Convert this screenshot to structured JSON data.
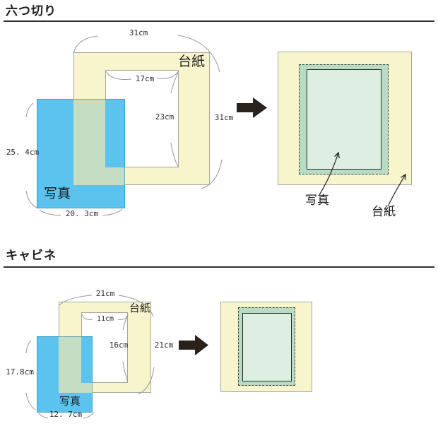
{
  "colors": {
    "mat_yellow": "#F8F5CC",
    "photo_blue": "#5BC3EE",
    "overlap_green": "#C5DEC3",
    "result_photo_green": "#B8DCC3",
    "result_window_green": "#DFEEE2",
    "arrow_black": "#2B211C",
    "line_gray": "#999999"
  },
  "sections": [
    {
      "title": "六つ切り",
      "diagram": {
        "mat_label": "台紙",
        "photo_label": "写真",
        "mat_width": "31cm",
        "mat_height": "31cm",
        "window_width": "17cm",
        "window_height": "23cm",
        "photo_height": "25. 4cm",
        "photo_width": "20. 3cm"
      },
      "result": {
        "photo_label": "写真",
        "mat_label": "台紙"
      }
    },
    {
      "title": "キャビネ",
      "diagram": {
        "mat_label": "台紙",
        "photo_label": "写真",
        "mat_width": "21cm",
        "mat_height": "21cm",
        "window_width": "11cm",
        "window_height": "16cm",
        "photo_height": "17.8cm",
        "photo_width": "12. 7cm"
      }
    }
  ]
}
